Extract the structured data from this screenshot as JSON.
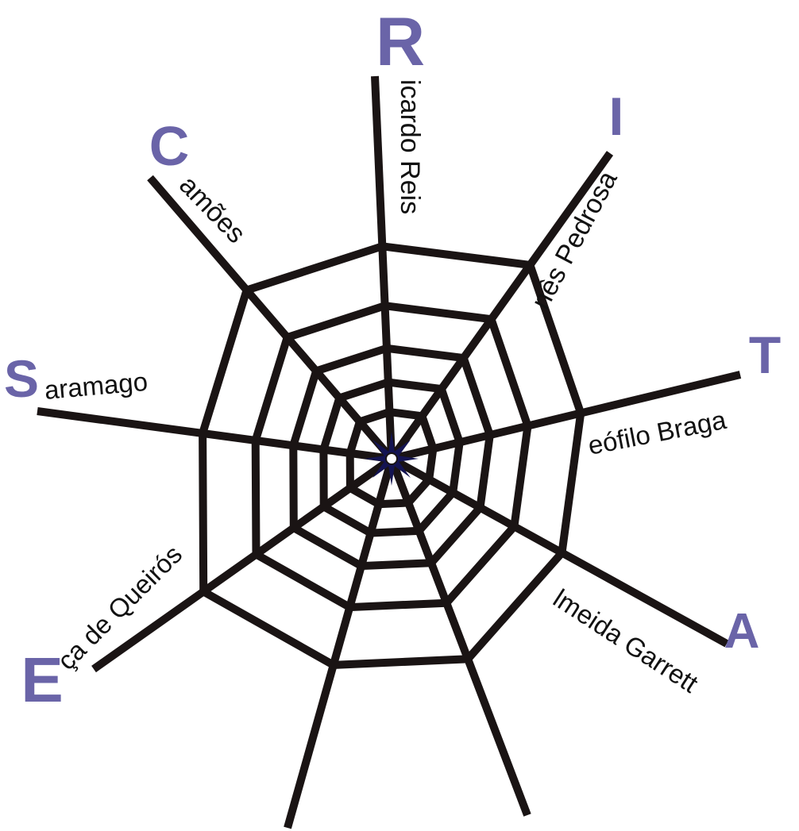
{
  "colors": {
    "web": "#1a1414",
    "letter": "#6a64a8",
    "text": "#111111",
    "center_star": "#141452"
  },
  "acrostic": {
    "R": {
      "letter": "R",
      "rest": "icardo Reis"
    },
    "I": {
      "letter": "I",
      "rest": "nês Pedrosa"
    },
    "T": {
      "letter": "T",
      "rest": "eófilo Braga"
    },
    "A": {
      "letter": "A",
      "rest": "lmeida Garrett"
    },
    "E": {
      "letter": "E",
      "rest": "ça de Queirós"
    },
    "S": {
      "letter": "S",
      "rest": "aramago"
    },
    "C": {
      "letter": "C",
      "rest": "amões"
    }
  }
}
